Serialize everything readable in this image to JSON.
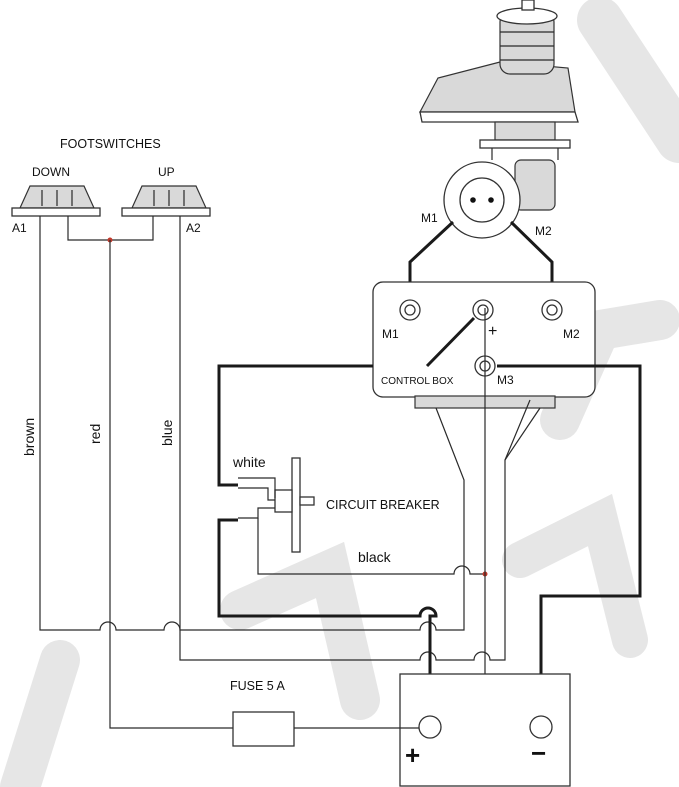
{
  "footswitches": {
    "title": "FOOTSWITCHES",
    "down_label": "DOWN",
    "up_label": "UP",
    "a1": "A1",
    "a2": "A2"
  },
  "motor": {
    "m1": "M1",
    "m2": "M2"
  },
  "control_box": {
    "label": "CONTROL BOX",
    "m1": "M1",
    "m2": "M2",
    "m3": "M3",
    "plus": "+"
  },
  "wires": {
    "brown": "brown",
    "red": "red",
    "blue": "blue",
    "white": "white",
    "black": "black"
  },
  "circuit_breaker": {
    "label": "CIRCUIT BREAKER"
  },
  "fuse": {
    "label": "FUSE 5 A"
  },
  "battery": {
    "plus": "+",
    "minus": "−"
  },
  "colors": {
    "line": "#1a1a1a",
    "junction": "#c0392b",
    "watermark": "#e6e6e6"
  }
}
